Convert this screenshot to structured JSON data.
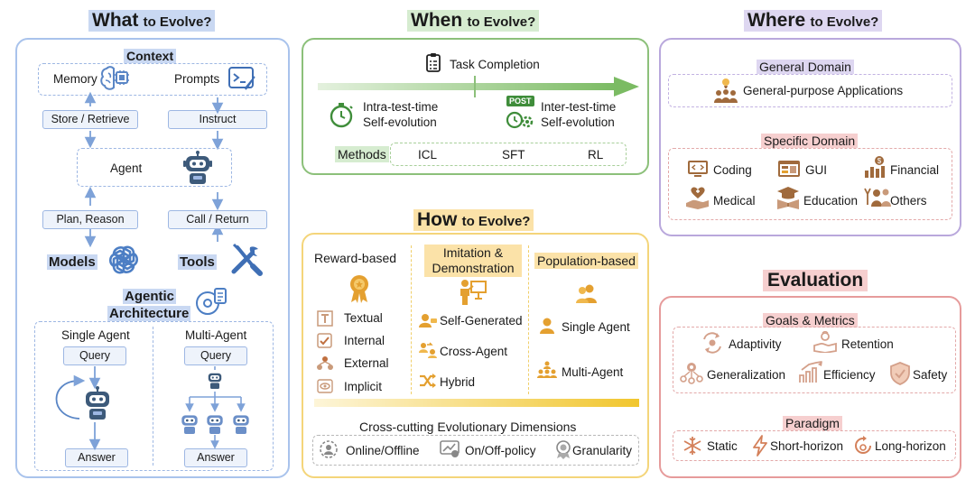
{
  "what": {
    "title_bold": "What",
    "title_rest": "to Evolve?",
    "context": "Context",
    "memory": "Memory",
    "prompts": "Prompts",
    "store_retrieve": "Store / Retrieve",
    "instruct": "Instruct",
    "agent": "Agent",
    "plan_reason": "Plan, Reason",
    "call_return": "Call / Return",
    "models": "Models",
    "tools": "Tools",
    "agentic_arch_1": "Agentic",
    "agentic_arch_2": "Architecture",
    "single_agent": "Single Agent",
    "multi_agent": "Multi-Agent",
    "query": "Query",
    "answer": "Answer"
  },
  "when": {
    "title_bold": "When",
    "title_rest": "to Evolve?",
    "task_completion": "Task Completion",
    "intra_1": "Intra-test-time",
    "intra_2": "Self-evolution",
    "post_badge": "POST",
    "inter_1": "Inter-test-time",
    "inter_2": "Self-evolution",
    "methods_label": "Methods",
    "methods": [
      "ICL",
      "SFT",
      "RL"
    ]
  },
  "how": {
    "title_bold": "How",
    "title_rest": "to Evolve?",
    "reward_based": "Reward-based",
    "reward_items": [
      "Textual",
      "Internal",
      "External",
      "Implicit"
    ],
    "imitation_1": "Imitation &",
    "imitation_2": "Demonstration",
    "imitation_items": [
      "Self-Generated",
      "Cross-Agent",
      "Hybrid"
    ],
    "population_based": "Population-based",
    "population_items": [
      "Single Agent",
      "Multi-Agent"
    ],
    "cross_cutting": "Cross-cutting Evolutionary Dimensions",
    "dimensions": [
      "Online/Offline",
      "On/Off-policy",
      "Granularity"
    ]
  },
  "where": {
    "title_bold": "Where",
    "title_rest": "to Evolve?",
    "general_domain": "General Domain",
    "general_app": "General-purpose Applications",
    "specific_domain": "Specific Domain",
    "specific_items": [
      "Coding",
      "GUI",
      "Financial",
      "Medical",
      "Education",
      "Others"
    ]
  },
  "evaluation": {
    "title": "Evaluation",
    "goals_metrics": "Goals & Metrics",
    "metrics": [
      "Adaptivity",
      "Retention",
      "Generalization",
      "Efficiency",
      "Safety"
    ],
    "paradigm": "Paradigm",
    "paradigm_items": [
      "Static",
      "Short-horizon",
      "Long-horizon"
    ]
  },
  "colors": {
    "what_border": "#a9c3ec",
    "when_border": "#8cc07a",
    "how_border": "#f4d57a",
    "where_border": "#b9a8dc",
    "eval_border": "#e69b9b",
    "icon_brown": "#a06a3c",
    "icon_orange": "#e4a030",
    "robot_blue": "#3d5a7a"
  }
}
